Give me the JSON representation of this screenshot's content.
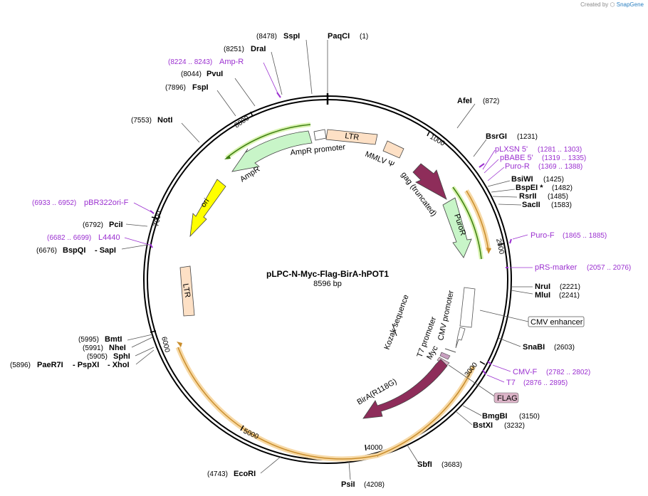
{
  "credit": {
    "prefix": "Created by",
    "brand": "SnapGene"
  },
  "plasmid": {
    "name": "pLPC-N-Myc-Flag-BirA-hPOT1",
    "length_label": "8596 bp",
    "length": 8596
  },
  "ticks": [
    "1000",
    "2000",
    "3000",
    "4000",
    "5000",
    "6000",
    "7000",
    "8000"
  ],
  "sites": [
    {
      "name": "PaqCI",
      "pos": "(1)",
      "bp": 1
    },
    {
      "name": "AfeI",
      "pos": "(872)",
      "bp": 872
    },
    {
      "name": "BsrGI",
      "pos": "(1231)",
      "bp": 1231
    },
    {
      "name": "BsiWI",
      "pos": "(1425)",
      "bp": 1425
    },
    {
      "name": "BspEI *",
      "pos": "(1482)",
      "bp": 1482
    },
    {
      "name": "RsrII",
      "pos": "(1485)",
      "bp": 1485
    },
    {
      "name": "SacII",
      "pos": "(1583)",
      "bp": 1583
    },
    {
      "name": "NruI",
      "pos": "(2221)",
      "bp": 2221
    },
    {
      "name": "MluI",
      "pos": "(2241)",
      "bp": 2241
    },
    {
      "name": "SnaBI",
      "pos": "(2603)",
      "bp": 2603
    },
    {
      "name": "BmgBI",
      "pos": "(3150)",
      "bp": 3150
    },
    {
      "name": "BstXI",
      "pos": "(3232)",
      "bp": 3232
    },
    {
      "name": "SbfI",
      "pos": "(3683)",
      "bp": 3683
    },
    {
      "name": "PsiI",
      "pos": "(4208)",
      "bp": 4208
    },
    {
      "name": "EcoRI",
      "pos": "(4743)",
      "bp": 4743
    },
    {
      "name": "BmtI",
      "pos": "(5995)",
      "bp": 5995
    },
    {
      "name": "NheI",
      "pos": "(5991)",
      "bp": 5991
    },
    {
      "name": "SphI",
      "pos": "(5905)",
      "bp": 5905
    },
    {
      "name": "PaeR7I",
      "pos": "(5896)",
      "bp": 5896
    },
    {
      "name": "- PspXI",
      "pos": "",
      "bp": 5896
    },
    {
      "name": "- XhoI",
      "pos": "",
      "bp": 5896
    },
    {
      "name": "BspQI",
      "pos": "(6676)",
      "bp": 6676
    },
    {
      "name": "- SapI",
      "pos": "",
      "bp": 6676
    },
    {
      "name": "PciI",
      "pos": "(6792)",
      "bp": 6792
    },
    {
      "name": "NotI",
      "pos": "(7553)",
      "bp": 7553
    },
    {
      "name": "FspI",
      "pos": "(7896)",
      "bp": 7896
    },
    {
      "name": "PvuI",
      "pos": "(8044)",
      "bp": 8044
    },
    {
      "name": "DraI",
      "pos": "(8251)",
      "bp": 8251
    },
    {
      "name": "SspI",
      "pos": "(8478)",
      "bp": 8478
    }
  ],
  "primers": [
    {
      "name": "Amp-R",
      "pos": "(8224 .. 8243)"
    },
    {
      "name": "pLXSN 5'",
      "pos": "(1281 .. 1303)"
    },
    {
      "name": "pBABE 5'",
      "pos": "(1319 .. 1335)"
    },
    {
      "name": "Puro-R",
      "pos": "(1369 .. 1388)"
    },
    {
      "name": "Puro-F",
      "pos": "(1865 .. 1885)"
    },
    {
      "name": "pRS-marker",
      "pos": "(2057 .. 2076)"
    },
    {
      "name": "CMV-F",
      "pos": "(2782 .. 2802)"
    },
    {
      "name": "T7",
      "pos": "(2876 .. 2895)"
    },
    {
      "name": "pBR322ori-F",
      "pos": "(6933 .. 6952)"
    },
    {
      "name": "L4440",
      "pos": "(6682 .. 6699)"
    }
  ],
  "features": [
    {
      "name": "LTR",
      "color": "#fde0c5"
    },
    {
      "name": "MMLV Ψ",
      "color": "#fde0c5"
    },
    {
      "name": "gag (truncated)",
      "color": "#8e2d5a"
    },
    {
      "name": "PuroR",
      "color": "#c8f5c8"
    },
    {
      "name": "CMV enhancer",
      "color": "#ffffff"
    },
    {
      "name": "CMV promoter",
      "color": "#ffffff"
    },
    {
      "name": "T7 promoter",
      "color": "#ffffff"
    },
    {
      "name": "Kozak sequence",
      "color": "#000000"
    },
    {
      "name": "Myc",
      "color": "#c8a0c0"
    },
    {
      "name": "FLAG",
      "color": "#dcb4c8"
    },
    {
      "name": "BirA(R118G)",
      "color": "#8e2d5a"
    },
    {
      "name": "LTR",
      "color": "#fde0c5"
    },
    {
      "name": "ori",
      "color": "#ffff00"
    },
    {
      "name": "AmpR",
      "color": "#c8f5c8"
    },
    {
      "name": "AmpR promoter",
      "color": "#ffffff"
    }
  ],
  "colors": {
    "hpot1_track": "#e8b060",
    "green_track": "#4c8c1a",
    "primer": "#9b30d0"
  }
}
